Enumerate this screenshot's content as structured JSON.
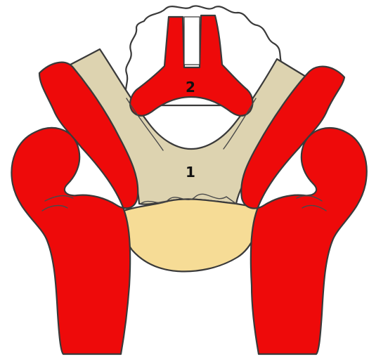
{
  "diagram": {
    "labels": [
      {
        "id": "1",
        "text": "1"
      },
      {
        "id": "2",
        "text": "2"
      }
    ],
    "colors": {
      "red": "#ee0a0a",
      "tan": "#ddd3b0",
      "cream": "#f6dc96",
      "outline": "#3a3a3a",
      "background": "#ffffff"
    }
  }
}
